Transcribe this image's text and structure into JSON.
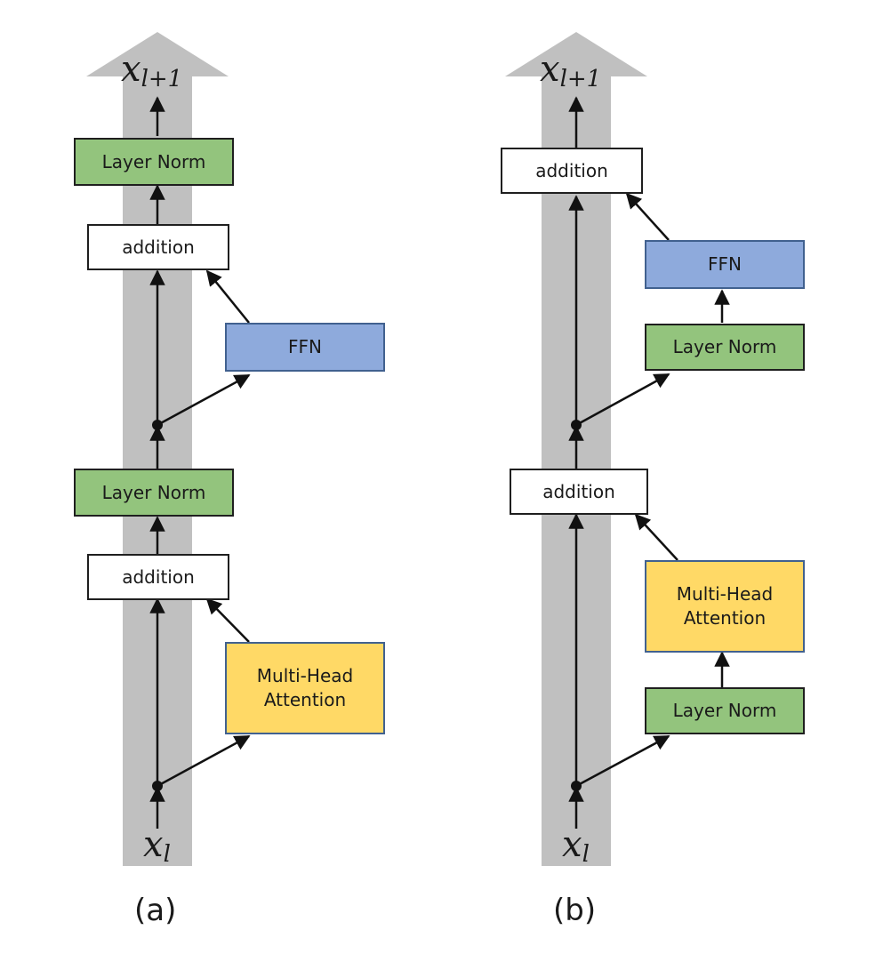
{
  "panel_a": {
    "caption": "(a)",
    "input_symbol": {
      "base": "x",
      "sub": "l"
    },
    "output_symbol": {
      "base": "x",
      "sub": "l+1"
    },
    "boxes": {
      "layer_norm_top": "Layer Norm",
      "addition_top": "addition",
      "ffn": "FFN",
      "layer_norm_mid": "Layer Norm",
      "addition_bottom": "addition",
      "attention": "Multi-Head\nAttention"
    }
  },
  "panel_b": {
    "caption": "(b)",
    "input_symbol": {
      "base": "x",
      "sub": "l"
    },
    "output_symbol": {
      "base": "x",
      "sub": "l+1"
    },
    "boxes": {
      "addition_top": "addition",
      "ffn": "FFN",
      "layer_norm_ffn": "Layer Norm",
      "addition_bottom": "addition",
      "attention": "Multi-Head\nAttention",
      "layer_norm_attn": "Layer Norm"
    }
  },
  "colors": {
    "residual_band": "#c0c0c0",
    "layer_norm": "#93c47d",
    "addition": "#ffffff",
    "ffn": "#8eaadc",
    "attention": "#ffd966",
    "arrow": "#111111"
  }
}
